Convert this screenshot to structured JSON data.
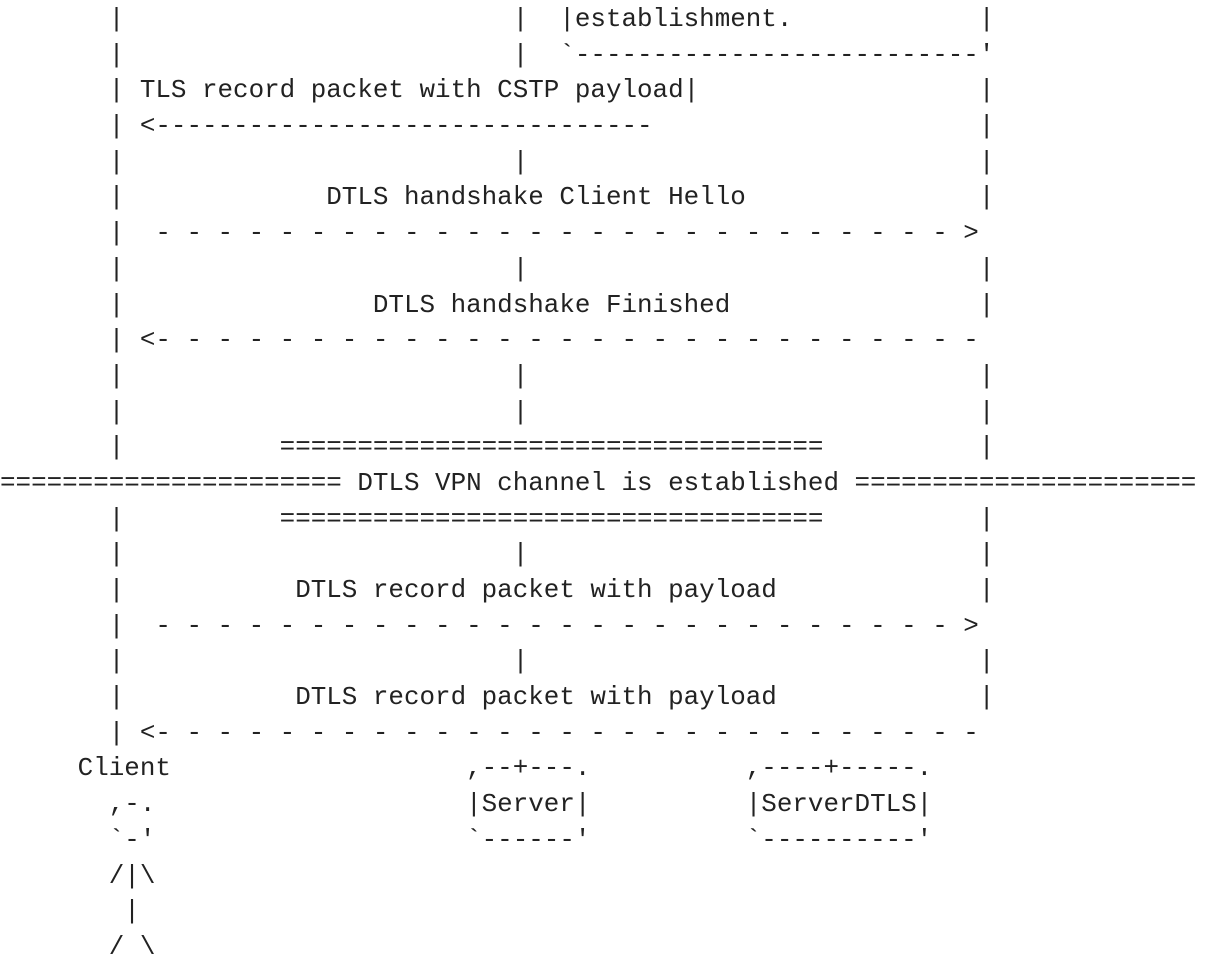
{
  "diagram": {
    "lines": [
      "       |                         |  |establishment.            |",
      "       |                         |  `--------------------------'",
      "       | TLS record packet with CSTP payload|                  |",
      "       | <--------------------------------                     |",
      "       |                         |                             |",
      "       |             DTLS handshake Client Hello               |",
      "       |  - - - - - - - - - - - - - - - - - - - - - - - - - - >",
      "       |                         |                             |",
      "       |                DTLS handshake Finished                |",
      "       | <- - - - - - - - - - - - - - - - - - - - - - - - - - -",
      "       |                         |                             |",
      "       |                         |                             |",
      "       |          ===================================          |",
      "====================== DTLS VPN channel is established ======================",
      "       |          ===================================          |",
      "       |                         |                             |",
      "       |           DTLS record packet with payload             |",
      "       |  - - - - - - - - - - - - - - - - - - - - - - - - - - >",
      "       |                         |                             |",
      "       |           DTLS record packet with payload             |",
      "       | <- - - - - - - - - - - - - - - - - - - - - - - - - - -",
      "     Client                   ,--+---.          ,----+-----.",
      "       ,-.                    |Server|          |ServerDTLS|",
      "       `-'                    `------'          `----------'",
      "       /|\\",
      "        |",
      "       / \\"
    ]
  }
}
